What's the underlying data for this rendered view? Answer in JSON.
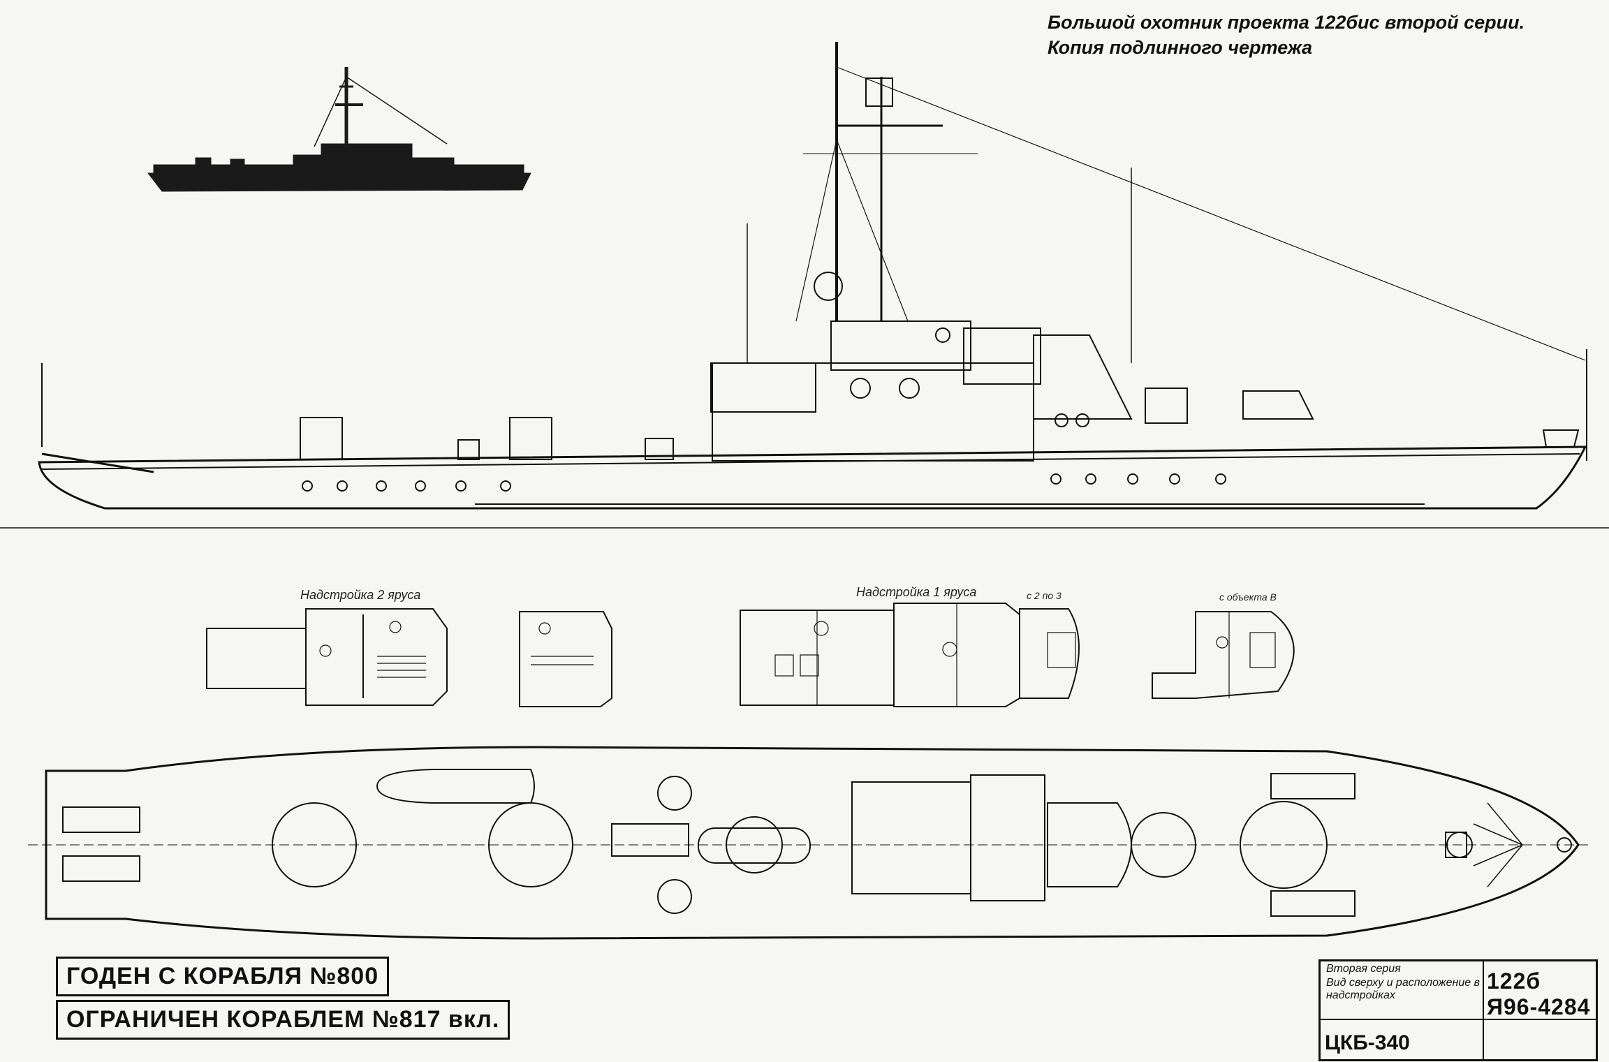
{
  "header": {
    "title_line1": "Большой охотник проекта 122бис второй серии.",
    "title_line2": "Копия подлинного чертежа"
  },
  "plan_labels": {
    "deck2": "Надстройка 2 яруса",
    "deck1": "Надстройка 1 яруса",
    "frame_b": "с 2 по 3",
    "frame_c": "с объекта В"
  },
  "stamps": {
    "valid_from": "ГОДЕН С КОРАБЛЯ №800",
    "limited_by": "ОГРАНИЧЕН КОРАБЛЕМ №817 вкл."
  },
  "title_block": {
    "series": "Вторая серия",
    "description": "Вид сверху и расположение в надстройках",
    "drawing_number": "122б Я96-4284",
    "bureau_code": "ЦКБ-340"
  },
  "colors": {
    "ink": "#111111",
    "paper": "#f6f6f4",
    "silhouette": "#1a1a1a"
  }
}
